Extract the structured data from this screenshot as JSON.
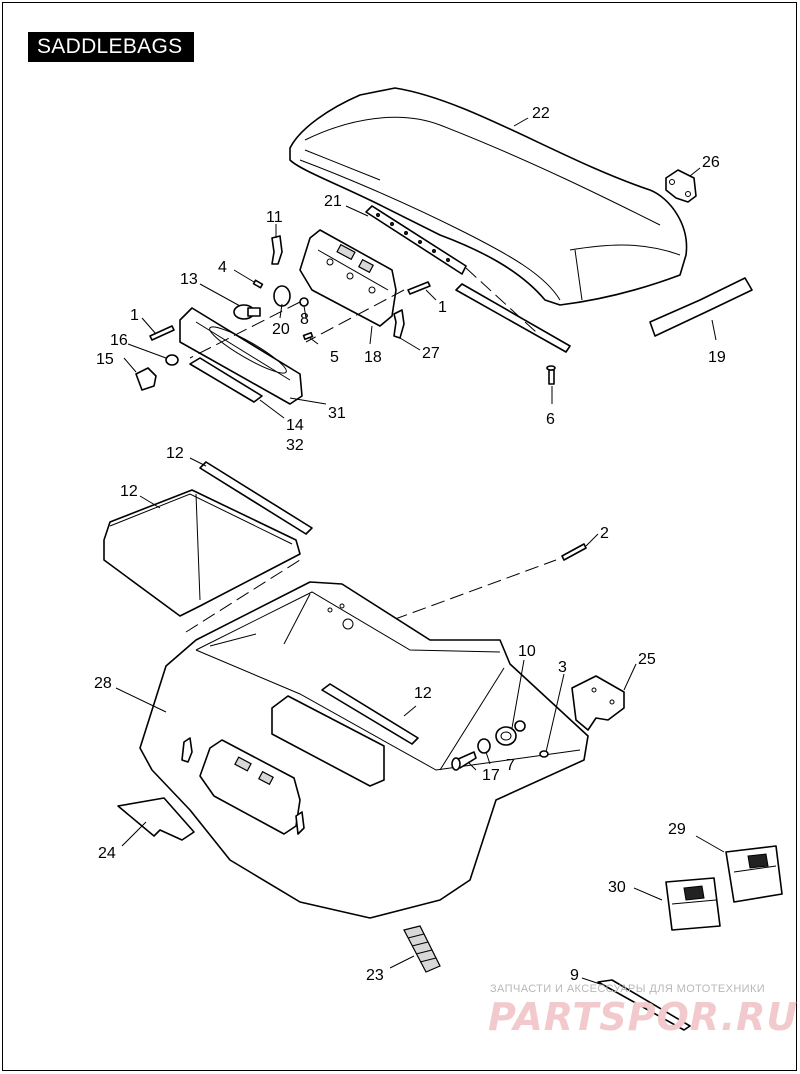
{
  "title": "SADDLEBAGS",
  "callouts": {
    "p22": "22",
    "p26": "26",
    "p21": "21",
    "p11": "11",
    "p4": "4",
    "p13": "13",
    "p20": "20",
    "p8": "8",
    "p1a": "1",
    "p1b": "1",
    "p16": "16",
    "p15": "15",
    "p5": "5",
    "p18": "18",
    "p27": "27",
    "p19": "19",
    "p31": "31",
    "p14": "14",
    "p32": "32",
    "p6": "6",
    "p12a": "12",
    "p12b": "12",
    "p12c": "12",
    "p2": "2",
    "p10": "10",
    "p3": "3",
    "p25": "25",
    "p28": "28",
    "p17": "17",
    "p7": "7",
    "p24": "24",
    "p29": "29",
    "p30": "30",
    "p23": "23",
    "p9": "9"
  },
  "watermark": {
    "tagline": "ЗАПЧАСТИ И АКСЕССУАРЫ ДЛЯ МОТОТЕХНИКИ",
    "brand": "PARTSPOR.RU"
  }
}
